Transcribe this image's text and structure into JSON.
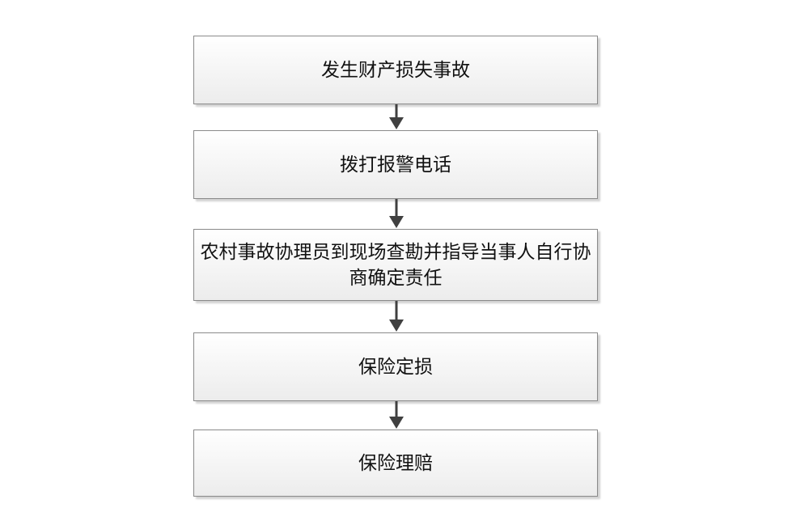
{
  "steps": [
    {
      "label": "发生财产损失事故"
    },
    {
      "label": "拨打报警电话"
    },
    {
      "label": "农村事故协理员到现场查勘并指导当事人自行协商确定责任"
    },
    {
      "label": "保险定损"
    },
    {
      "label": "保险理赔"
    }
  ],
  "colors": {
    "arrow": "#404040",
    "border": "#8a8a8a"
  }
}
